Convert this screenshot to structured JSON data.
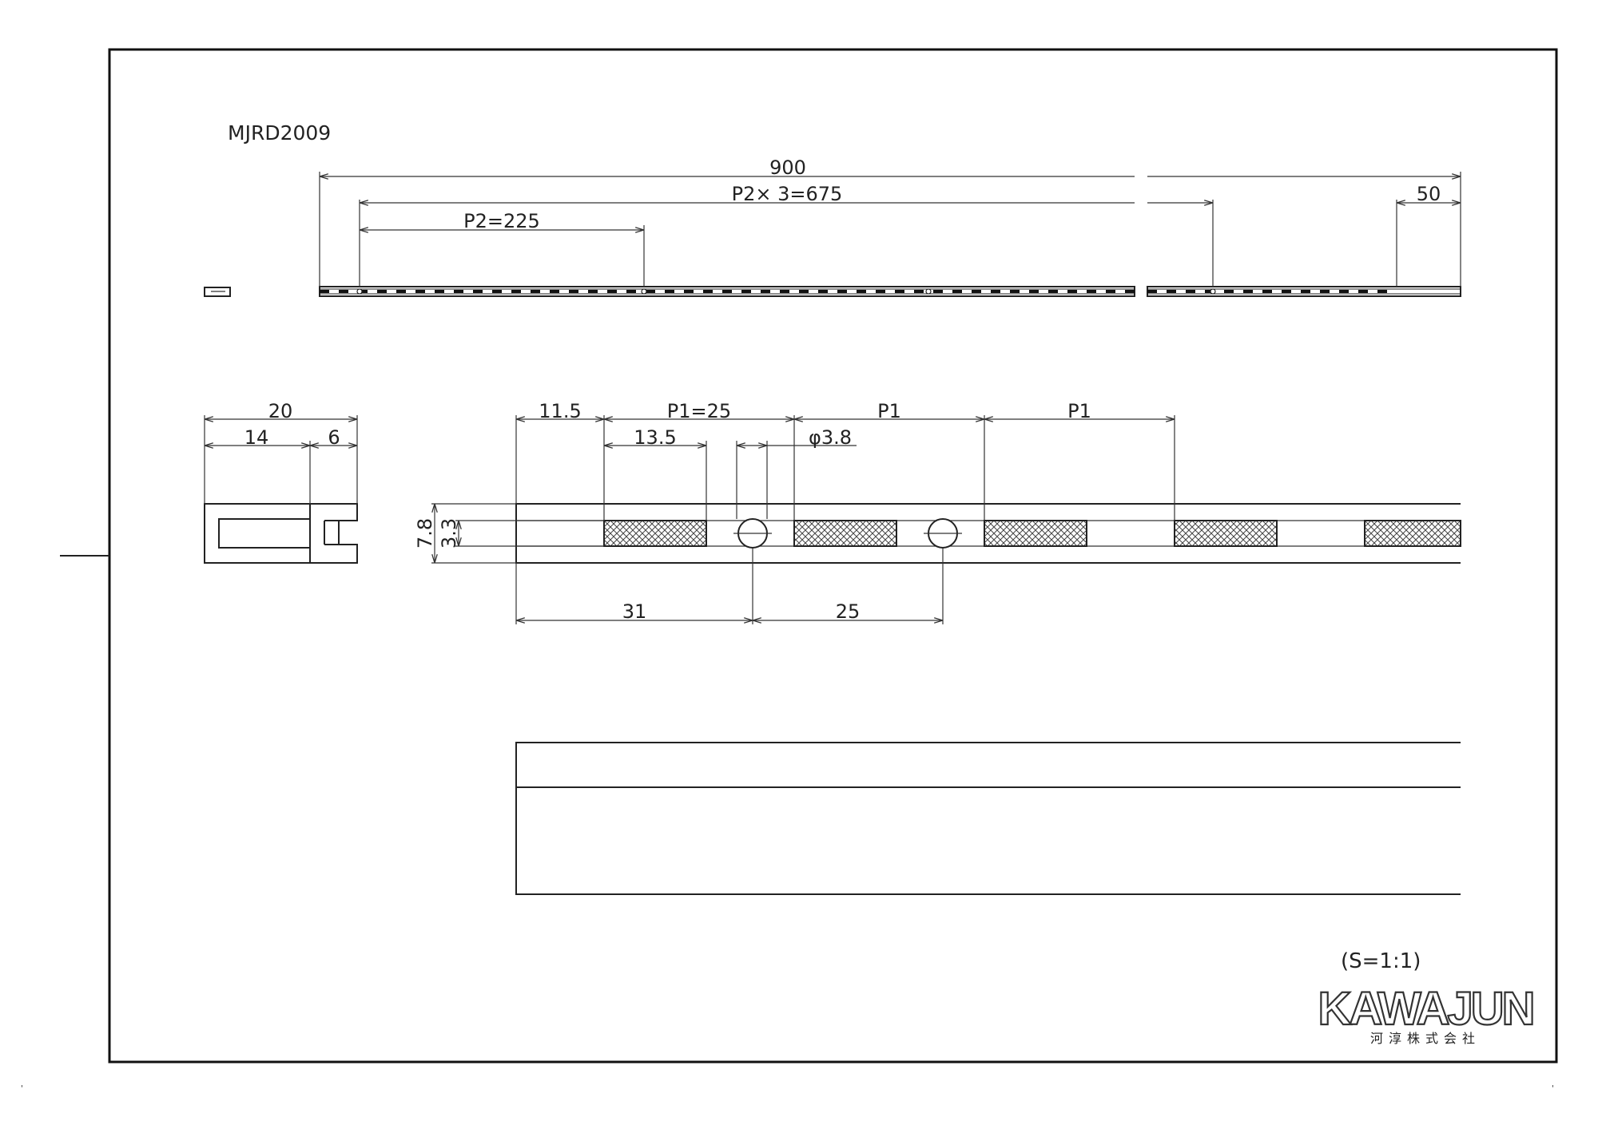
{
  "part_number": "MJRD2009",
  "scale": "(S=1:1)",
  "brand": {
    "logo_text": "KAWAJUN",
    "company_name": "河淳株式会社"
  },
  "top_view": {
    "overall_length": "900",
    "pitch_total": "P2× 3=675",
    "pitch_single": "P2=225",
    "end_offset": "50"
  },
  "section_view": {
    "width": "20",
    "width_left": "14",
    "width_right": "6"
  },
  "detail_view": {
    "first_slot_offset": "11.5",
    "pitch_first": "P1=25",
    "pitch_2": "P1",
    "pitch_3": "P1",
    "slot_length": "13.5",
    "hole_diameter": "φ3.8",
    "height_total": "7.8",
    "slot_height": "3.3",
    "first_hole_offset": "31",
    "hole_pitch": "25"
  }
}
